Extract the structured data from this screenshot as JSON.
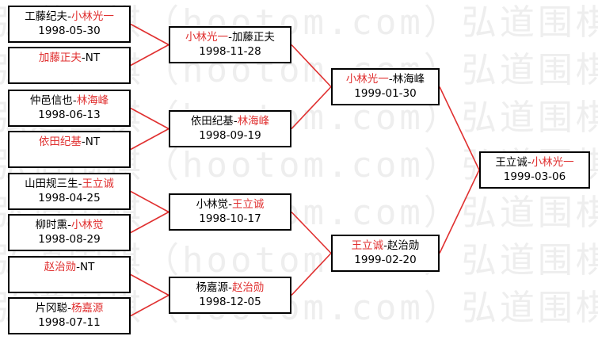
{
  "watermark": "弘道围棋（hootom.com）弘道围棋",
  "colors": {
    "winner": "#e03030",
    "line": "#e03030",
    "text": "#000000",
    "border": "#000000"
  },
  "rounds": {
    "r1": [
      {
        "p1": "工藤纪夫",
        "p2": "小林光一",
        "winner": 2,
        "date": "1998-05-30"
      },
      {
        "p1": "加藤正夫",
        "p2": "NT",
        "winner": 1,
        "date": ""
      },
      {
        "p1": "仲邑信也",
        "p2": "林海峰",
        "winner": 2,
        "date": "1998-06-13"
      },
      {
        "p1": "依田纪基",
        "p2": "NT",
        "winner": 1,
        "date": ""
      },
      {
        "p1": "山田规三生",
        "p2": "王立诚",
        "winner": 2,
        "date": "1998-04-25"
      },
      {
        "p1": "柳时熏",
        "p2": "小林觉",
        "winner": 2,
        "date": "1998-08-29"
      },
      {
        "p1": "赵治勋",
        "p2": "NT",
        "winner": 1,
        "date": ""
      },
      {
        "p1": "片冈聪",
        "p2": "杨嘉源",
        "winner": 2,
        "date": "1998-07-11"
      }
    ],
    "r2": [
      {
        "p1": "小林光一",
        "p2": "加藤正夫",
        "winner": 1,
        "date": "1998-11-28"
      },
      {
        "p1": "依田纪基",
        "p2": "林海峰",
        "winner": 2,
        "date": "1998-09-19"
      },
      {
        "p1": "小林觉",
        "p2": "王立诚",
        "winner": 2,
        "date": "1998-10-17"
      },
      {
        "p1": "杨嘉源",
        "p2": "赵治勋",
        "winner": 2,
        "date": "1998-12-05"
      }
    ],
    "r3": [
      {
        "p1": "小林光一",
        "p2": "林海峰",
        "winner": 1,
        "date": "1999-01-30"
      },
      {
        "p1": "王立诚",
        "p2": "赵治勋",
        "winner": 1,
        "date": "1999-02-20"
      }
    ],
    "r4": [
      {
        "p1": "王立诚",
        "p2": "小林光一",
        "winner": 2,
        "date": "1999-03-06"
      }
    ]
  }
}
